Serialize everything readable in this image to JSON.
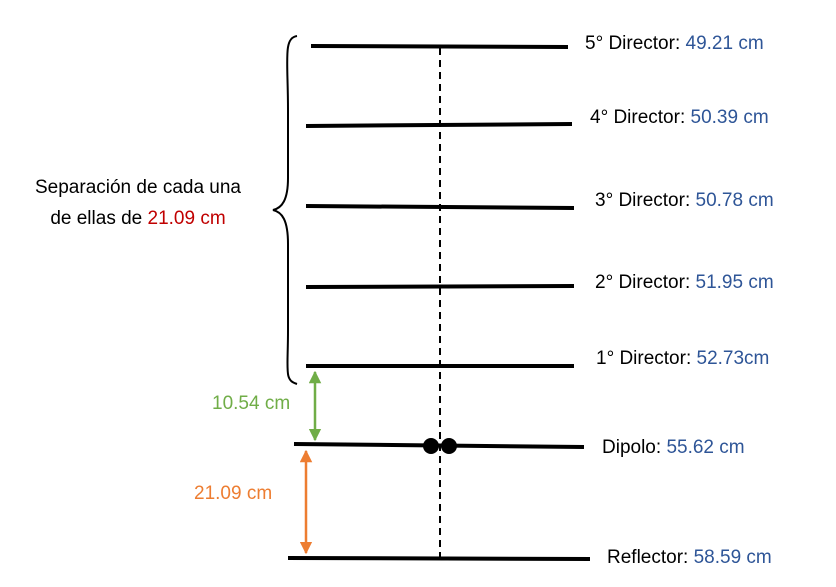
{
  "elements": [
    {
      "name": "5° Director",
      "label": "5° Director:",
      "value": "49.21 cm"
    },
    {
      "name": "4° Director",
      "label": "4° Director:",
      "value": "50.39 cm"
    },
    {
      "name": "3° Director",
      "label": "3° Director:",
      "value": "50.78 cm"
    },
    {
      "name": "2° Director",
      "label": "2° Director:",
      "value": "51.95 cm"
    },
    {
      "name": "1° Director",
      "label": "1° Director:",
      "value": "52.73cm"
    },
    {
      "name": "Dipolo",
      "label": "Dipolo:",
      "value": "55.62 cm"
    },
    {
      "name": "Reflector",
      "label": "Reflector:",
      "value": "58.59 cm"
    }
  ],
  "separation": {
    "line1": "Separación de cada una",
    "line2_prefix": "de ellas de",
    "value": "21.09 cm"
  },
  "dimensions": {
    "dipole_to_first_director": "10.54 cm",
    "reflector_to_dipole": "21.09 cm"
  },
  "colors": {
    "element_line": "#000000",
    "value_text": "#2e5597",
    "separation_value": "#c00000",
    "green_arrow": "#70ad47",
    "orange_arrow": "#ed7d31"
  }
}
